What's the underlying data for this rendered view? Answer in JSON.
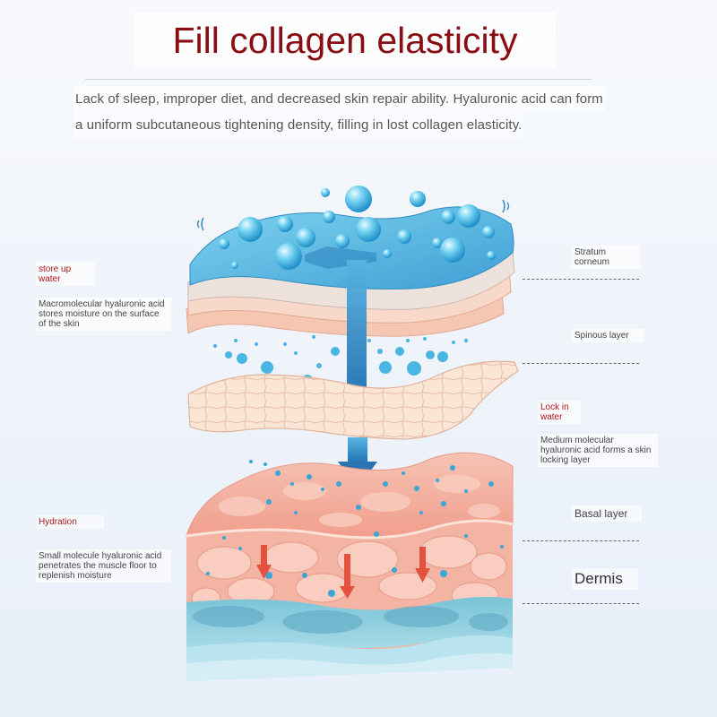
{
  "title": "Fill collagen elasticity",
  "intro": {
    "line1": "Lack of sleep, improper diet, and decreased skin repair ability. Hyaluronic acid can form",
    "line2": "a uniform subcutaneous tightening density, filling in lost collagen elasticity."
  },
  "left_labels": {
    "store_up": "store up water",
    "store_up_desc": "Macromolecular hyaluronic acid stores moisture on the surface of the skin",
    "hydration": "Hydration",
    "hydration_desc": "Small molecule hyaluronic acid penetrates the muscle floor to replenish moisture"
  },
  "right_labels": {
    "stratum": "Stratum corneum",
    "spinous": "Spinous layer",
    "lock_in": "Lock in water",
    "lock_in_desc": "Medium molecular hyaluronic acid forms a skin locking layer",
    "basal": "Basal layer",
    "dermis": "Dermis"
  },
  "colors": {
    "title": "#8b0d14",
    "accent_red": "#b01818",
    "water_blue": "#3aa9d9",
    "skin_pink": "#f3b7a4",
    "dermis_teal": "#7fc6d6"
  }
}
